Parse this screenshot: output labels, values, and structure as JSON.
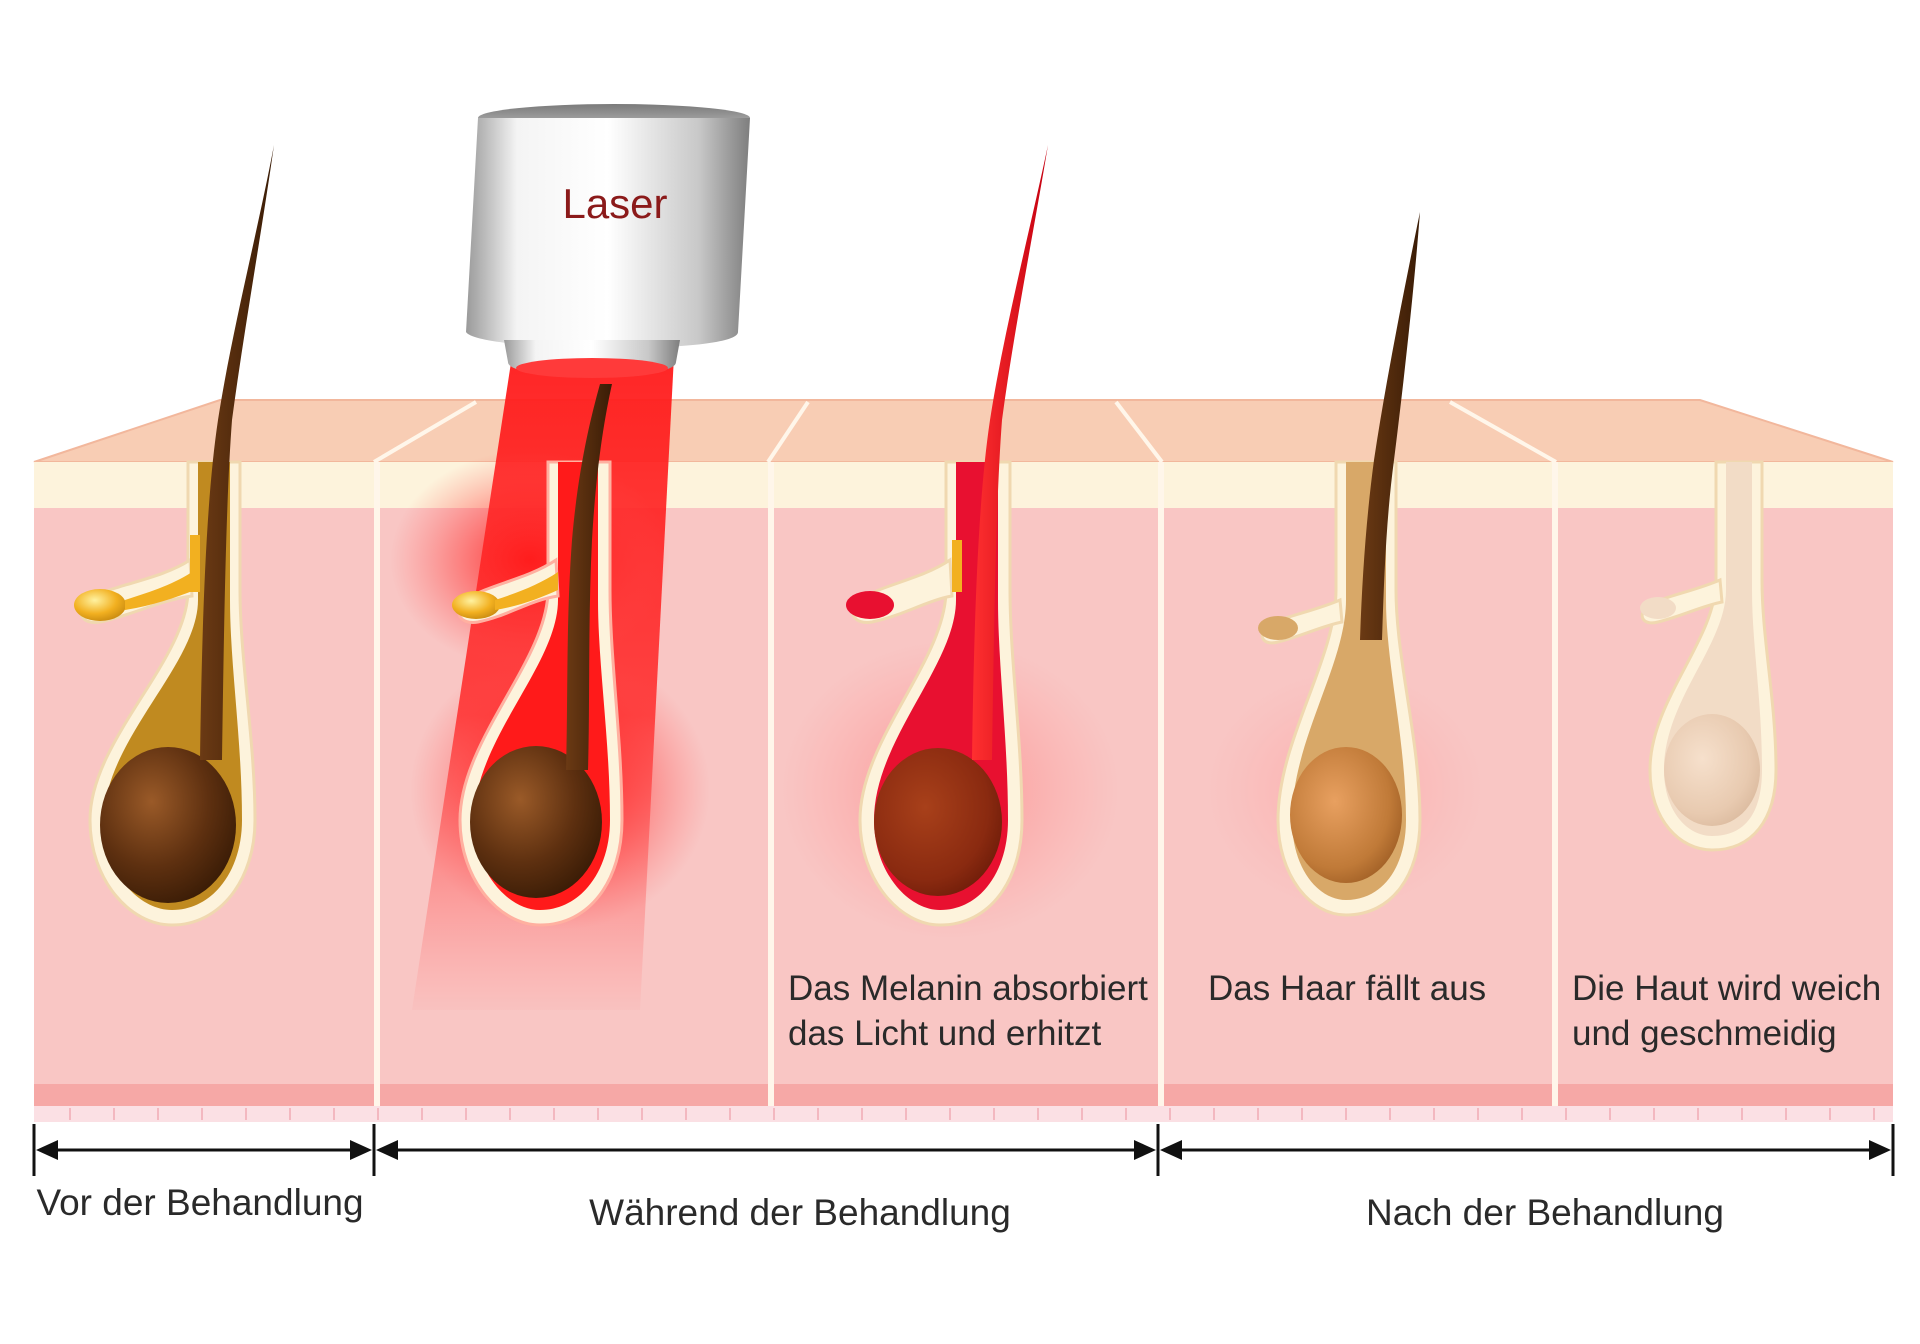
{
  "laser": {
    "label": "Laser"
  },
  "panels": [
    {
      "caption": []
    },
    {
      "caption": []
    },
    {
      "caption": [
        "Das Melanin absorbiert",
        "das Licht und erhitzt"
      ]
    },
    {
      "caption": [
        "Das Haar fällt aus"
      ]
    },
    {
      "caption": [
        "Die Haut wird weich",
        "und geschmeidig"
      ]
    }
  ],
  "phases": [
    {
      "label": "Vor der Behandlung"
    },
    {
      "label": "Während der Behandlung"
    },
    {
      "label": "Nach der Behandlung"
    }
  ],
  "colors": {
    "skin_top": "#f6c8b0",
    "epidermis": "#fdf3dc",
    "dermis": "#f9c4c4",
    "laser_red": "#ff1e1e",
    "hair_brown": "#4a2a10",
    "sebaceous_yellow": "#f2b020",
    "text": "#2a2a2a",
    "laser_text": "#8b1a1a"
  }
}
